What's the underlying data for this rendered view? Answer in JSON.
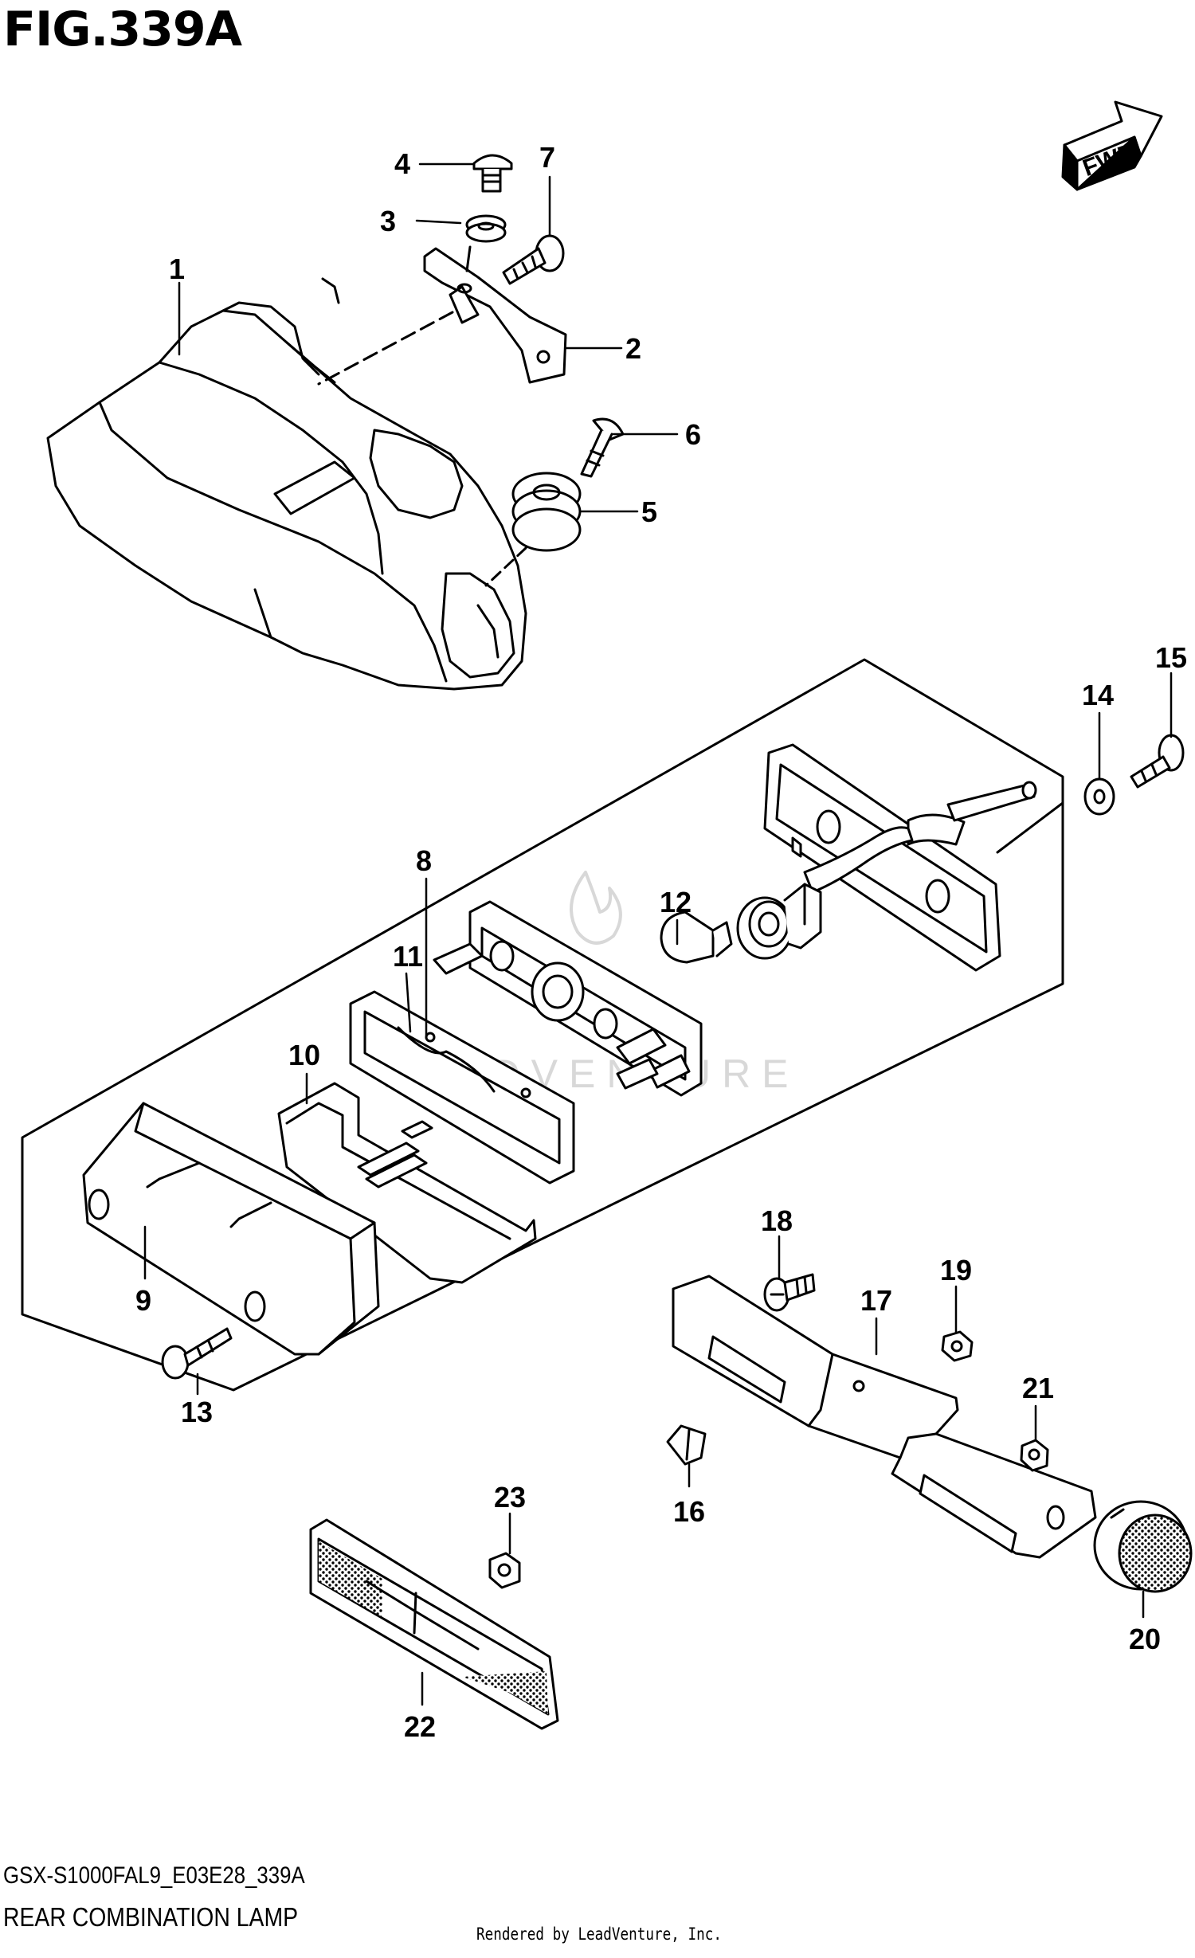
{
  "figure": {
    "title": "FIG.339A",
    "model_code": "GSX-S1000FAL9_E03E28_339A",
    "section_name": "REAR COMBINATION LAMP",
    "footer_credit": "Rendered by LeadVenture, Inc.",
    "direction_label": "FWD",
    "watermark_text": "LEADVENTURE"
  },
  "callouts": {
    "c1": "1",
    "c2": "2",
    "c3": "3",
    "c4": "4",
    "c5": "5",
    "c6": "6",
    "c7": "7",
    "c8": "8",
    "c9": "9",
    "c10": "10",
    "c11": "11",
    "c12": "12",
    "c13": "13",
    "c14": "14",
    "c15": "15",
    "c16": "16",
    "c17": "17",
    "c18": "18",
    "c19": "19",
    "c20": "20",
    "c21": "21",
    "c22": "22",
    "c23": "23"
  },
  "colors": {
    "line": "#000000",
    "background": "#ffffff",
    "watermark": "#d8d8d8"
  }
}
